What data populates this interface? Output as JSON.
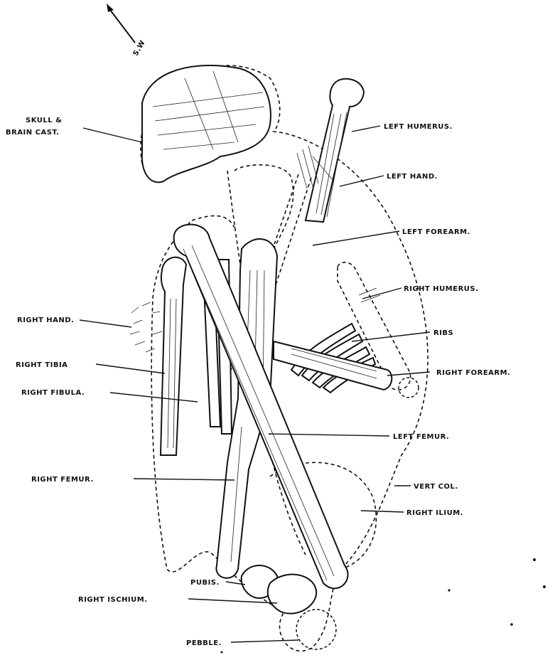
{
  "compass": {
    "label": "S.W"
  },
  "labels": {
    "skull_line1": "SKULL &",
    "skull_line2": "BRAIN CAST.",
    "left_humerus": "LEFT HUMERUS.",
    "left_hand": "LEFT HAND.",
    "left_forearm": "LEFT FOREARM.",
    "right_humerus": "RIGHT HUMERUS.",
    "right_hand": "RIGHT HAND.",
    "ribs": "RIBS",
    "right_tibia": "RIGHT TIBIA",
    "right_forearm": "RIGHT FOREARM.",
    "right_fibula": "RIGHT FIBULA.",
    "left_femur": "LEFT FEMUR.",
    "right_femur": "RIGHT FEMUR.",
    "vert_col": "VERT COL.",
    "right_ilium": "RIGHT ILIUM.",
    "pubis": "PUBIS.",
    "right_ischium": "RIGHT ISCHIUM.",
    "pebble": "PEBBLE."
  }
}
